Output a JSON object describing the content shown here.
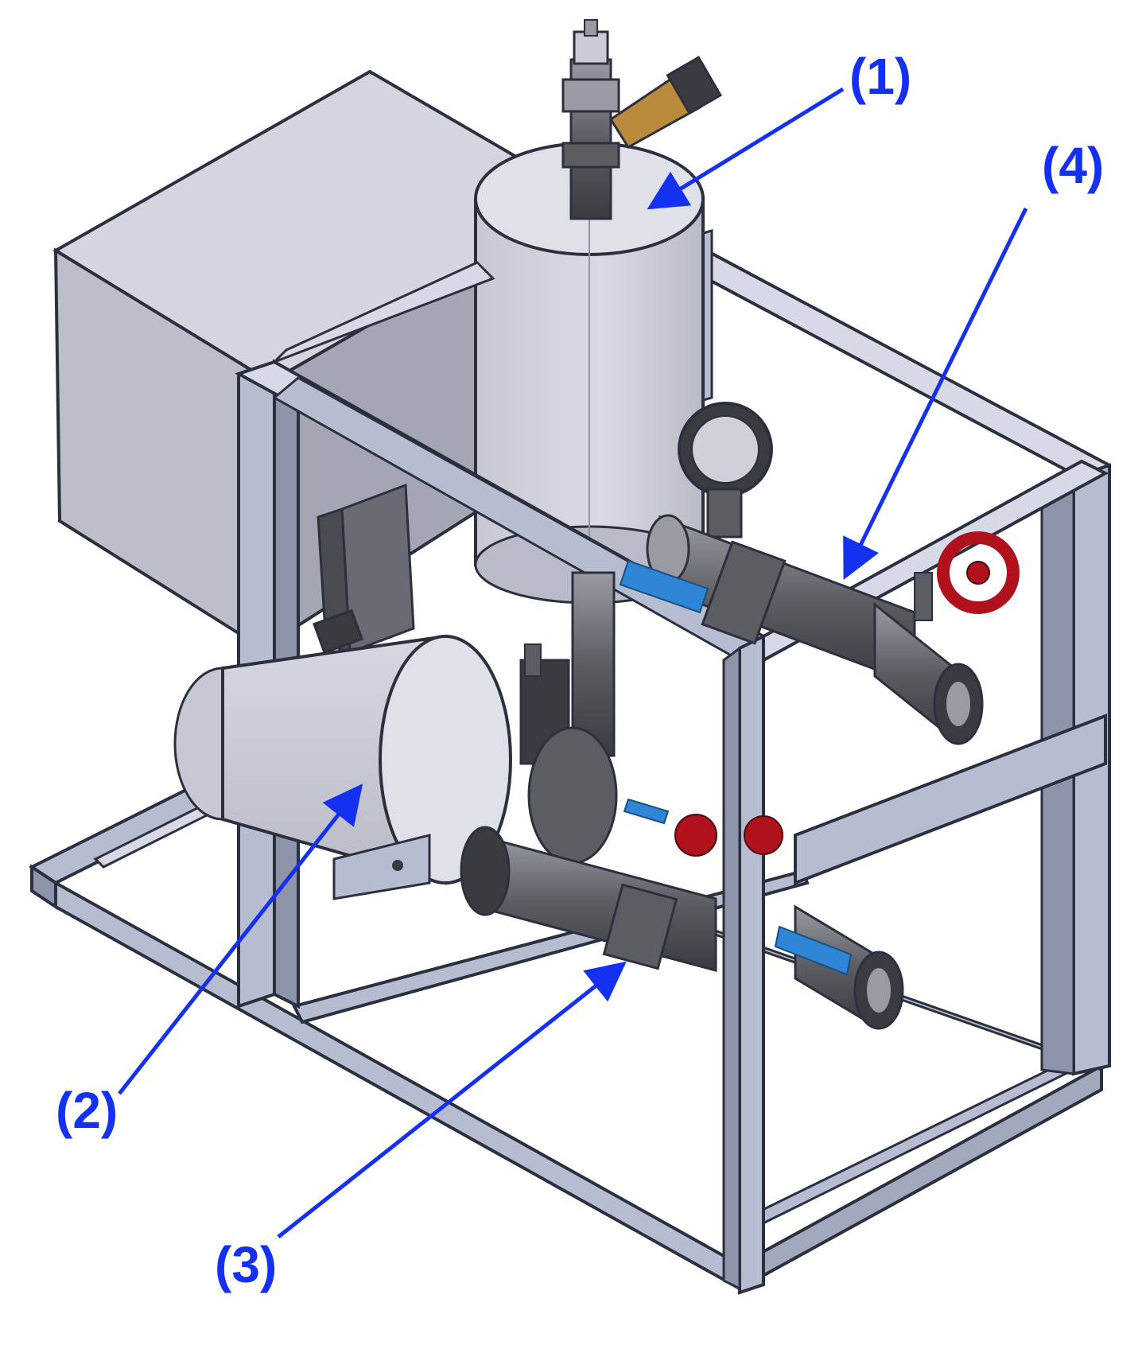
{
  "colors": {
    "frame_face": "#b7bdd0",
    "frame_top": "#d6d9e6",
    "frame_dark": "#8e94a9",
    "frame_edge": "#2c2f3d",
    "tank": "#c9ccd7",
    "tank_light": "#dfe1e9",
    "box": "#bcbfc9",
    "box_side": "#a3a7b3",
    "pipe": "#6f7076",
    "pipe_dark": "#3a3b40",
    "valve_red": "#b0121d",
    "handle_blue": "#2f86d6",
    "brass": "#b88a3a",
    "callout": "#1430f0"
  },
  "callouts": [
    {
      "id": "1",
      "label": "(1)"
    },
    {
      "id": "2",
      "label": "(2)"
    },
    {
      "id": "3",
      "label": "(3)"
    },
    {
      "id": "4",
      "label": "(4)"
    }
  ]
}
